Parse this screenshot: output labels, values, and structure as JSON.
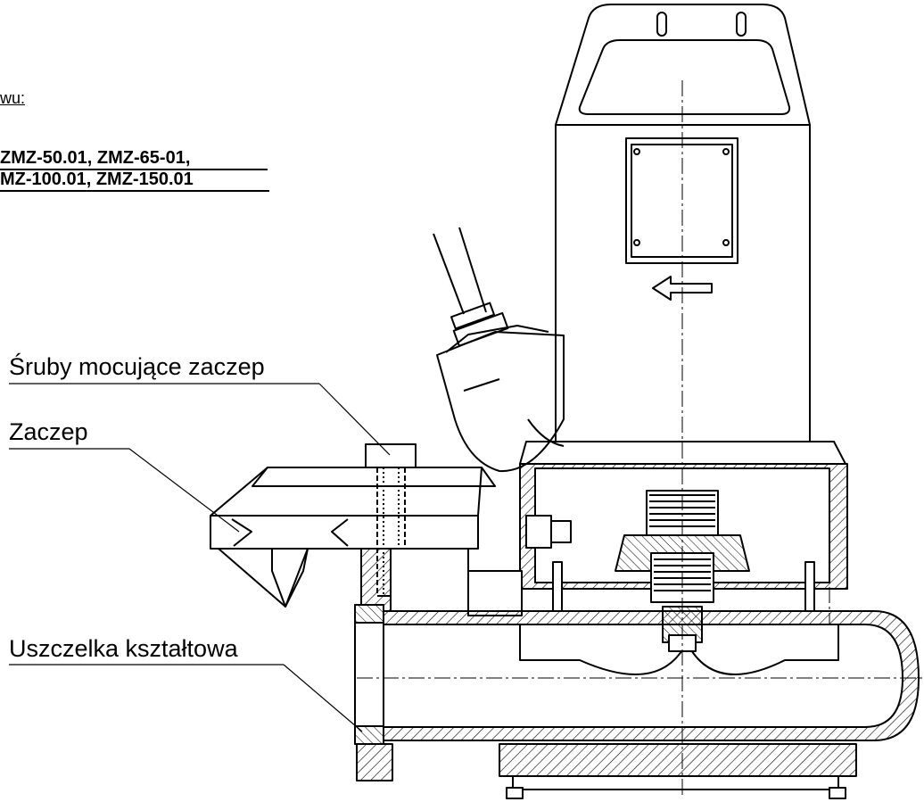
{
  "header": {
    "intro_fragment": "wu:",
    "models_line1": "ZMZ-50.01,   ZMZ-65-01,",
    "models_line2": "MZ-100.01,   ZMZ-150.01"
  },
  "labels": {
    "mounting_bolts": "Śruby  mocujące  zaczep",
    "hook": "Zaczep",
    "shaped_seal": "Uszczelka  kształtowa"
  },
  "colors": {
    "ink": "#000000",
    "paper": "#ffffff"
  }
}
